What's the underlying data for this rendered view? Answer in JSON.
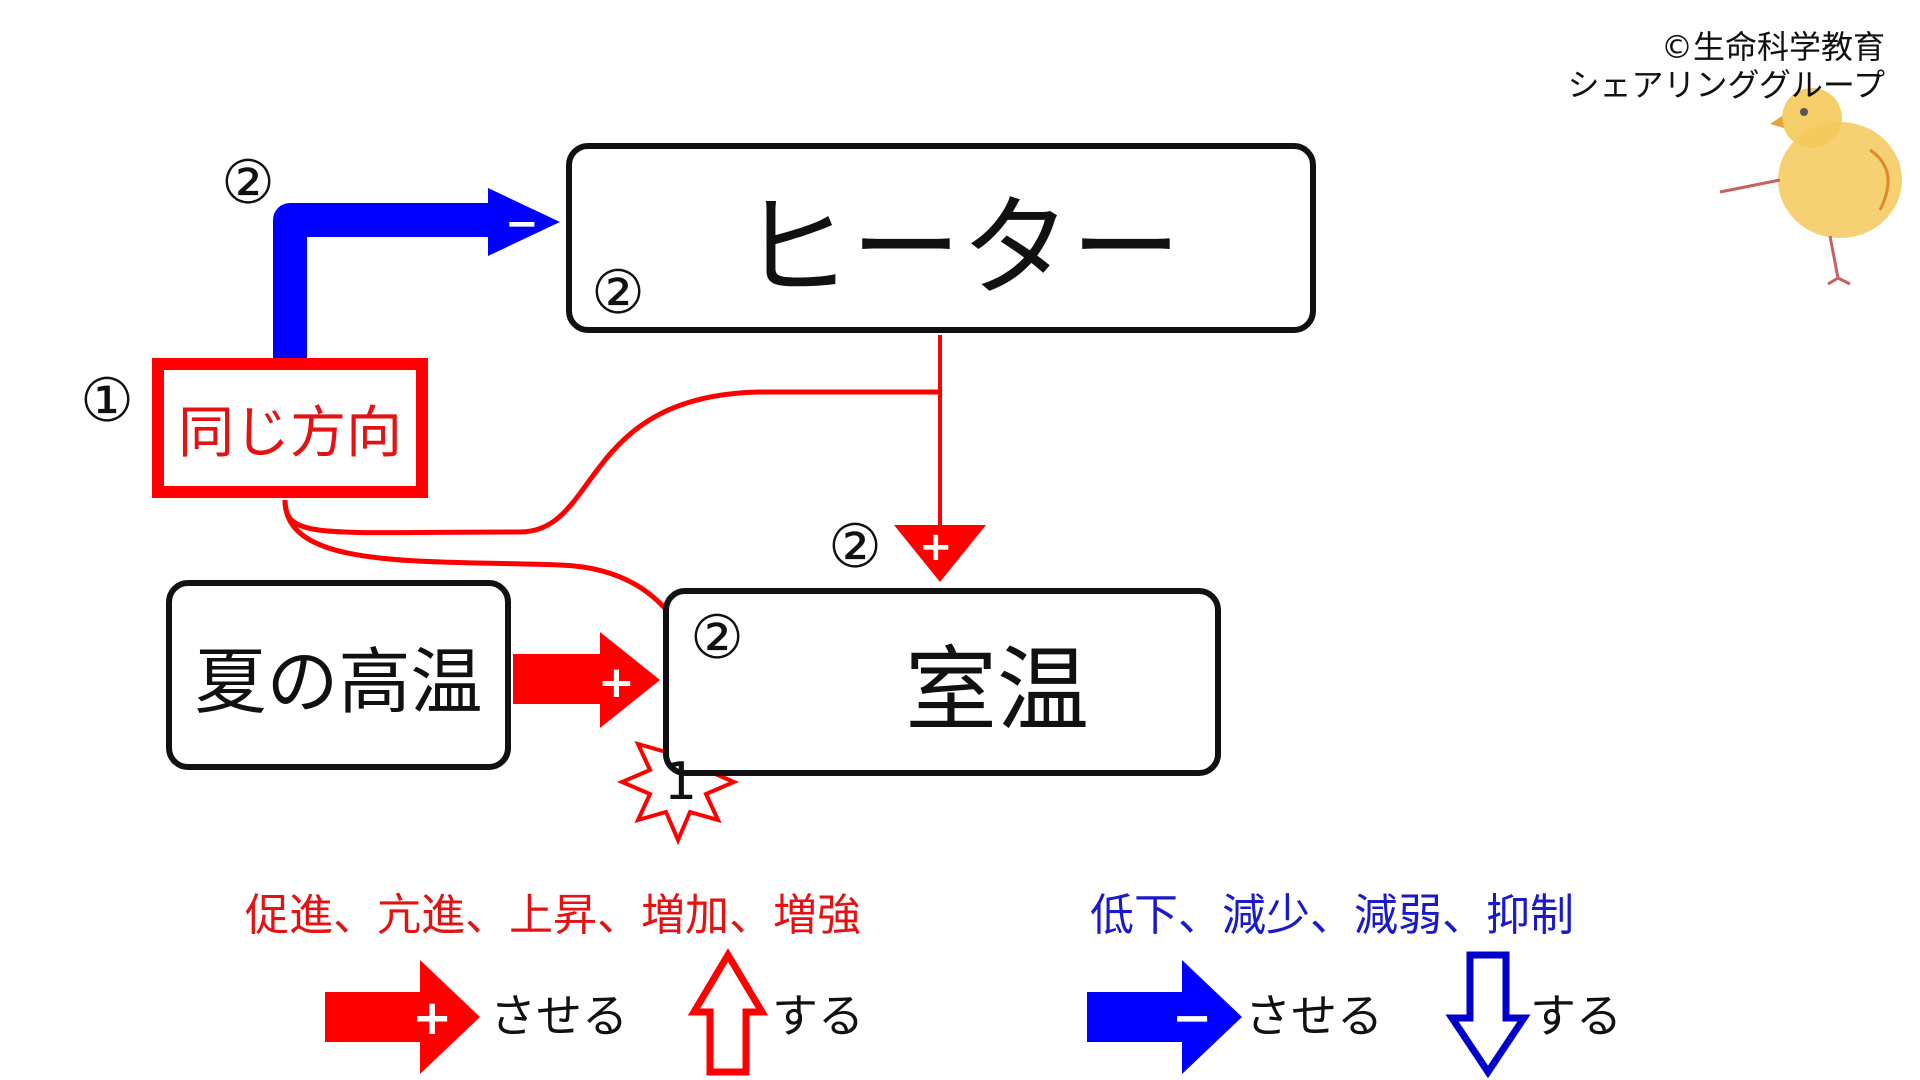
{
  "copyright": {
    "line1": "©生命科学教育",
    "line2": "シェアリンググループ"
  },
  "boxes": {
    "heater": "ヒーター",
    "room_temp": "室温",
    "summer_heat": "夏の高温",
    "same_direction": "同じ方向"
  },
  "markers": {
    "circled_1": "①",
    "circled_2": "②",
    "star_1": "1"
  },
  "signs": {
    "plus": "+",
    "minus": "−"
  },
  "legend": {
    "increase_terms": "促進、亢進、上昇、増加、増強",
    "decrease_terms": "低下、減少、減弱、抑制",
    "cause_suffix": "させる",
    "do_suffix": "する"
  },
  "colors": {
    "red": "#ff0000",
    "red_text": "#e31313",
    "blue": "#0000ff",
    "blue_text": "#1a1acc",
    "black": "#111111"
  },
  "icons": [
    "chick-illustration",
    "plus-arrow-icon",
    "minus-arrow-icon",
    "up-hollow-arrow-icon",
    "down-hollow-arrow-icon",
    "starburst-icon"
  ]
}
